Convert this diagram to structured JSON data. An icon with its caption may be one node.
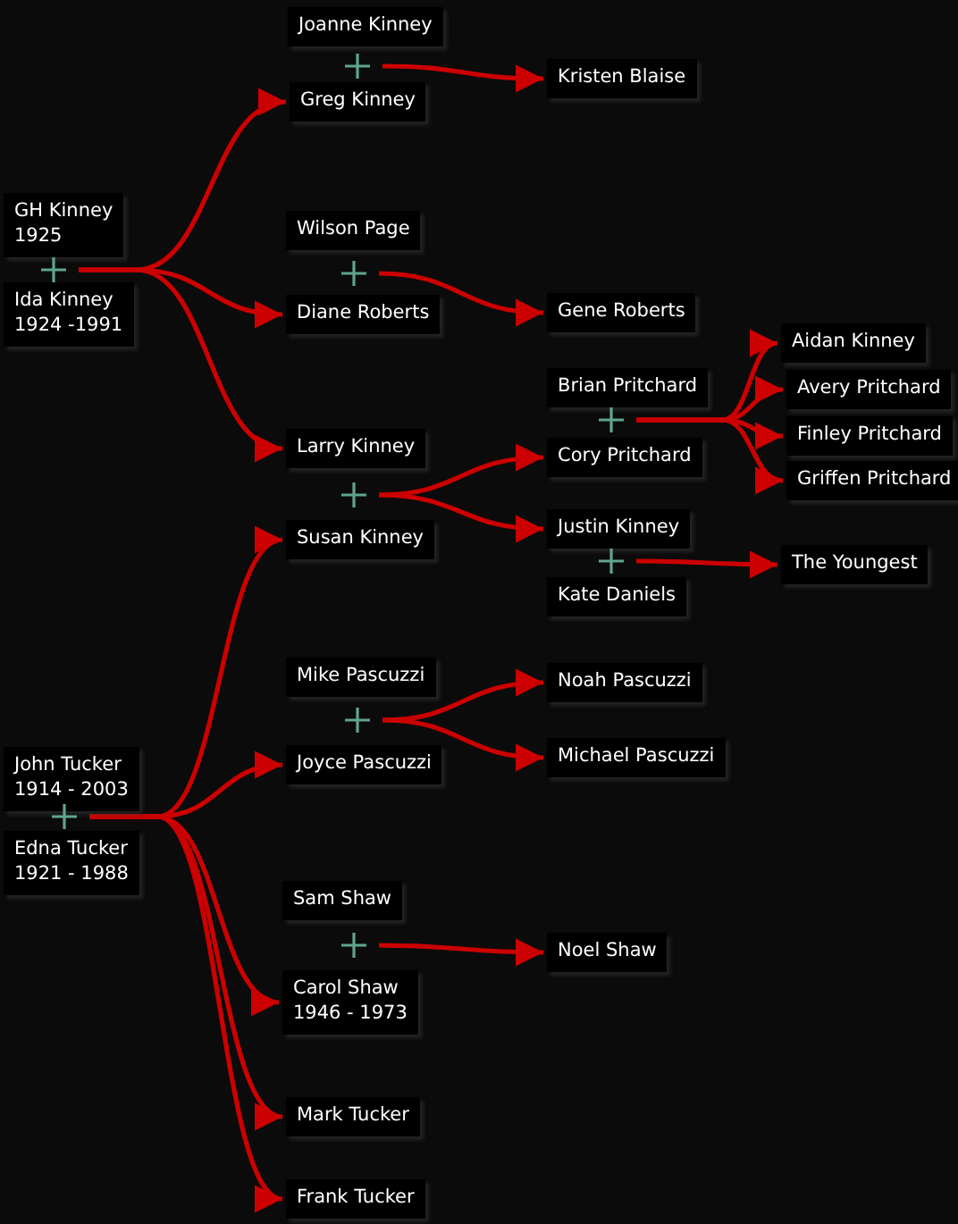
{
  "diagram": {
    "nodes": [
      {
        "text": [
          "GH Kinney",
          "1925"
        ]
      },
      {
        "text": [],
        "shape": "cross"
      },
      {
        "text": [
          "Ida Kinney",
          "1924 -1991"
        ]
      },
      {
        "text": [
          "Joanne Kinney"
        ]
      },
      {
        "text": [],
        "shape": "cross"
      },
      {
        "text": [
          "Greg Kinney"
        ]
      },
      {
        "text": [
          "Kristen Blaise"
        ]
      },
      {
        "text": [
          "Wilson Page"
        ]
      },
      {
        "text": [],
        "shape": "cross"
      },
      {
        "text": [
          "Diane Roberts"
        ]
      },
      {
        "text": [
          "Gene Roberts"
        ]
      },
      {
        "text": [
          "Larry Kinney"
        ]
      },
      {
        "text": [],
        "shape": "cross"
      },
      {
        "text": [
          "Susan Kinney"
        ]
      },
      {
        "text": [
          "Brian Pritchard"
        ]
      },
      {
        "text": [],
        "shape": "cross"
      },
      {
        "text": [
          "Cory Pritchard"
        ]
      },
      {
        "text": [
          "Justin Kinney"
        ]
      },
      {
        "text": [],
        "shape": "cross"
      },
      {
        "text": [
          "Kate Daniels"
        ]
      },
      {
        "text": [
          "Aidan Kinney"
        ]
      },
      {
        "text": [
          "Avery Pritchard"
        ]
      },
      {
        "text": [
          "Finley Pritchard"
        ]
      },
      {
        "text": [
          "Griffen Pritchard"
        ]
      },
      {
        "text": [
          "The Youngest"
        ]
      },
      {
        "text": [
          "Mike Pascuzzi"
        ]
      },
      {
        "text": [],
        "shape": "cross"
      },
      {
        "text": [
          "Joyce Pascuzzi"
        ]
      },
      {
        "text": [
          "Noah Pascuzzi"
        ]
      },
      {
        "text": [
          "Michael Pascuzzi"
        ]
      },
      {
        "text": [
          "John Tucker",
          "1914 - 2003"
        ]
      },
      {
        "text": [],
        "shape": "cross"
      },
      {
        "text": [
          "Edna Tucker",
          "1921 - 1988"
        ]
      },
      {
        "text": [
          "Sam Shaw"
        ]
      },
      {
        "text": [],
        "shape": "cross"
      },
      {
        "text": [
          "Carol Shaw",
          "1946 - 1973"
        ]
      },
      {
        "text": [
          "Noel Shaw"
        ]
      },
      {
        "text": [
          "Mark Tucker"
        ]
      },
      {
        "text": [
          "Frank Tucker"
        ]
      }
    ],
    "edges": [
      {
        "from": 1,
        "to": 5,
        "arrow": "to"
      },
      {
        "from": 1,
        "to": 9,
        "arrow": "to"
      },
      {
        "from": 1,
        "to": 11,
        "arrow": "to"
      },
      {
        "from": 4,
        "to": 6,
        "arrow": "to"
      },
      {
        "from": 8,
        "to": 10,
        "arrow": "to"
      },
      {
        "from": 12,
        "to": 16,
        "arrow": "to"
      },
      {
        "from": 12,
        "to": 17,
        "arrow": "to"
      },
      {
        "from": 15,
        "to": 20,
        "arrow": "to"
      },
      {
        "from": 15,
        "to": 21,
        "arrow": "to"
      },
      {
        "from": 15,
        "to": 22,
        "arrow": "to"
      },
      {
        "from": 15,
        "to": 23,
        "arrow": "to"
      },
      {
        "from": 18,
        "to": 24,
        "arrow": "to"
      },
      {
        "from": 26,
        "to": 28,
        "arrow": "to"
      },
      {
        "from": 26,
        "to": 29,
        "arrow": "to"
      },
      {
        "from": 31,
        "to": 13,
        "arrow": "to"
      },
      {
        "from": 31,
        "to": 27,
        "arrow": "to"
      },
      {
        "from": 31,
        "to": 35,
        "arrow": "to"
      },
      {
        "from": 31,
        "to": 37,
        "arrow": "to"
      },
      {
        "from": 31,
        "to": 38,
        "arrow": "to"
      },
      {
        "from": 34,
        "to": 36,
        "arrow": "to"
      }
    ]
  }
}
